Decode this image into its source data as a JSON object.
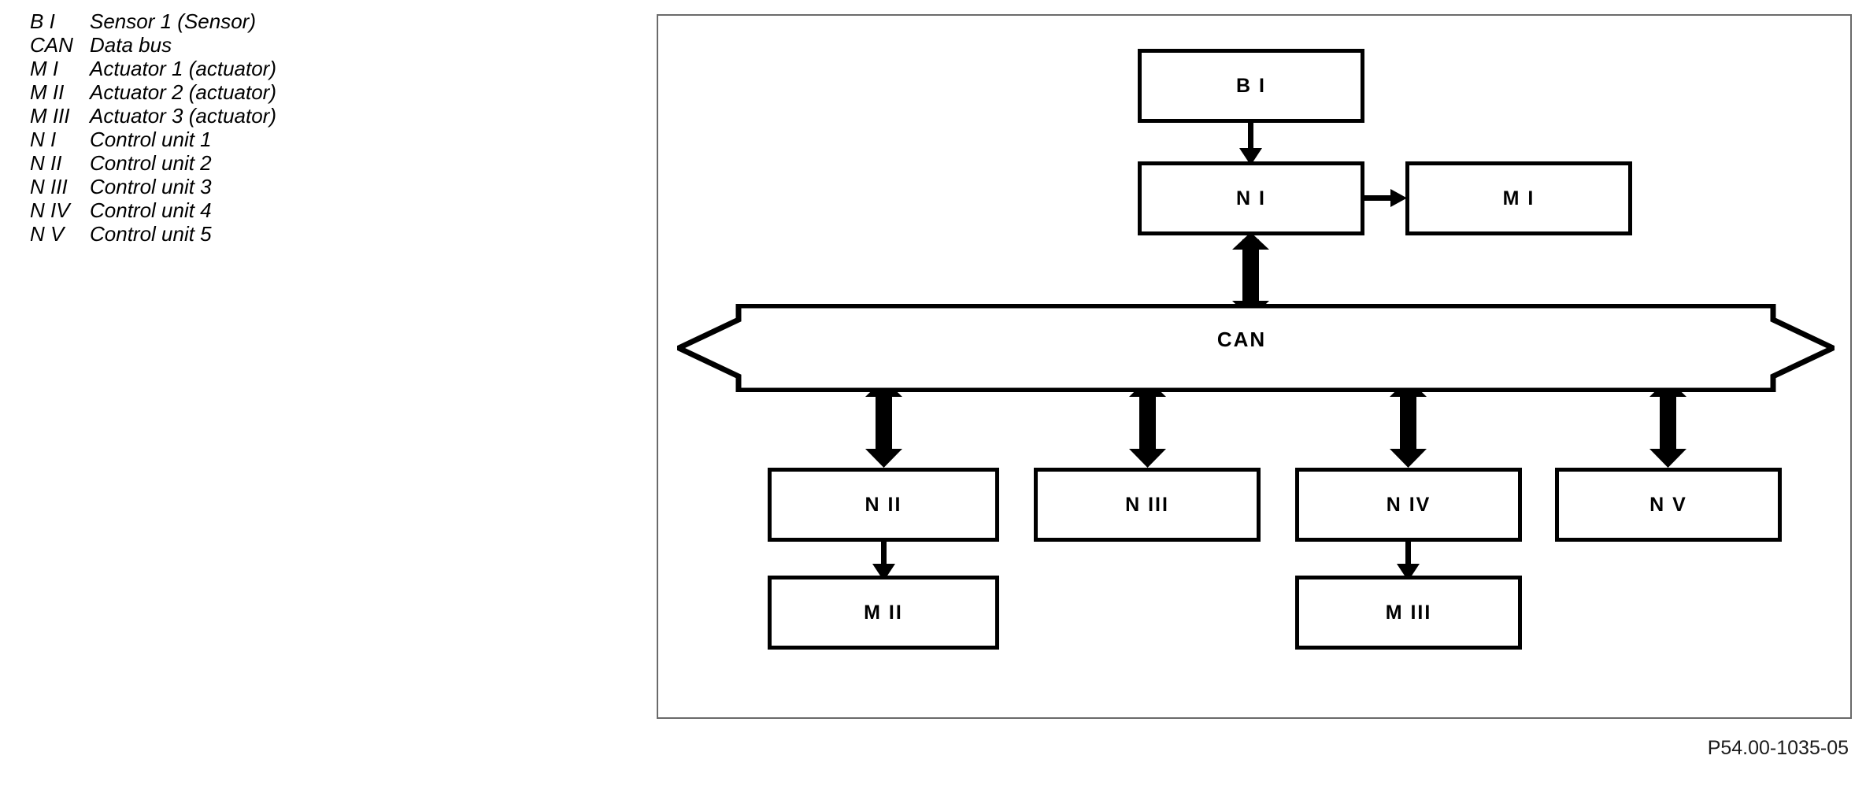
{
  "legend": {
    "items": [
      {
        "code": "B I",
        "desc": "Sensor 1 (Sensor)"
      },
      {
        "code": "CAN",
        "desc": "Data bus"
      },
      {
        "code": "M I",
        "desc": "Actuator 1 (actuator)"
      },
      {
        "code": "M II",
        "desc": "Actuator 2 (actuator)"
      },
      {
        "code": "M III",
        "desc": "Actuator 3 (actuator)"
      },
      {
        "code": "N I",
        "desc": "Control unit 1"
      },
      {
        "code": "N II",
        "desc": "Control unit 2"
      },
      {
        "code": "N III",
        "desc": "Control unit 3"
      },
      {
        "code": "N IV",
        "desc": "Control unit 4"
      },
      {
        "code": "N V",
        "desc": "Control unit 5"
      }
    ]
  },
  "diagram": {
    "bus_label": "CAN",
    "nodes": {
      "bi": "B I",
      "ni": "N I",
      "mi": "M I",
      "nii": "N II",
      "niii": "N III",
      "niv": "N IV",
      "nv": "N V",
      "mii": "M II",
      "miii": "M III"
    },
    "colors": {
      "node_border": "#000000",
      "frame_border": "#6a6a6a",
      "background": "#ffffff",
      "text": "#000000"
    }
  },
  "caption": "P54.00-1035-05"
}
